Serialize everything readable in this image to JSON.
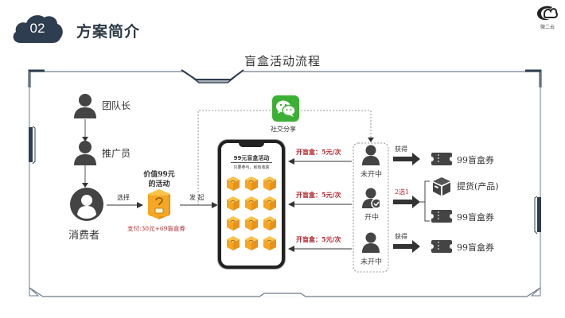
{
  "header": {
    "section_number": "02",
    "section_title": "方案简介",
    "logo_text": "微二云"
  },
  "diagram": {
    "title": "盲盒活动流程",
    "roles": {
      "team_leader": "团队长",
      "promoter": "推广员",
      "consumer": "消费者"
    },
    "activity": {
      "value_line1": "价值99元",
      "value_line2": "的活动",
      "select_label": "选择",
      "launch_label": "发 起",
      "payment": "支付:30元+69盲盒券"
    },
    "share": {
      "label": "社交分享",
      "icon": "wechat-icon"
    },
    "phone": {
      "title": "99元盲盒活动",
      "subtitle": "只要参与，就有收获",
      "box_count": 12
    },
    "open_rows": [
      {
        "price": "开盲盒：5元/次",
        "status": "未开中",
        "action": "获得",
        "rewards": [
          "99盲盒券"
        ]
      },
      {
        "price": "开盲盒：5元/次",
        "status": "开中",
        "action": "2选1",
        "rewards": [
          "提货(产品)",
          "99盲盒券"
        ]
      },
      {
        "price": "开盲盒：5元/次",
        "status": "未开中",
        "action": "获得",
        "rewards": [
          "99盲盒券"
        ]
      }
    ]
  },
  "colors": {
    "dark_navy": "#2e3d4f",
    "icon_gray": "#4a4a4a",
    "box_orange": "#f5a623",
    "red_text": "#b3262c",
    "wechat_green": "#3cb034"
  }
}
